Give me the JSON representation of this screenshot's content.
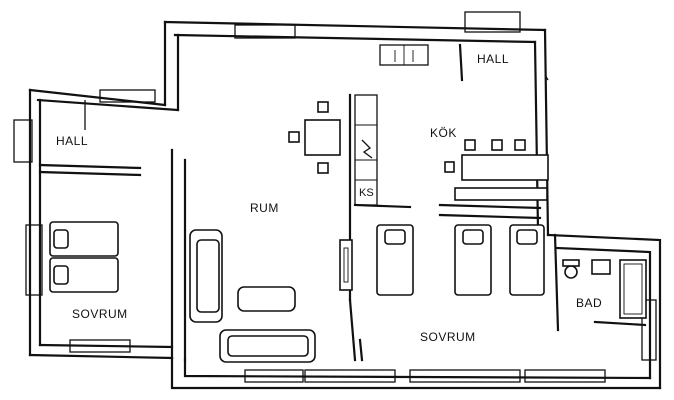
{
  "rooms": {
    "hall_left": "HALL",
    "hall_right": "HALL",
    "kok": "KÖK",
    "rum": "RUM",
    "ks": "KS",
    "sovrum_left": "SOVRUM",
    "sovrum_right": "SOVRUM",
    "bad": "BAD"
  },
  "colors": {
    "ink": "#111111",
    "paper": "#ffffff"
  }
}
